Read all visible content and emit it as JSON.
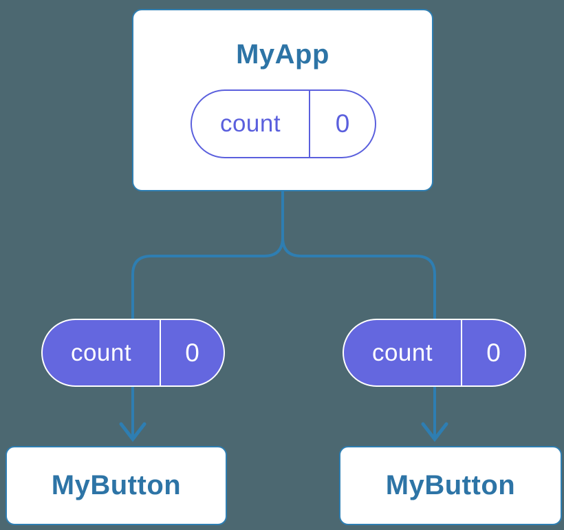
{
  "colors": {
    "background": "#4c6871",
    "line": "#2e7eb2",
    "heading": "#2d74a6",
    "purple": "#5a5fdd",
    "purple-fill": "#6467df"
  },
  "tree": {
    "root": {
      "label": "MyApp",
      "state": {
        "name": "count",
        "value": "0"
      }
    },
    "children": [
      {
        "label": "MyButton",
        "state": {
          "name": "count",
          "value": "0"
        }
      },
      {
        "label": "MyButton",
        "state": {
          "name": "count",
          "value": "0"
        }
      }
    ]
  }
}
